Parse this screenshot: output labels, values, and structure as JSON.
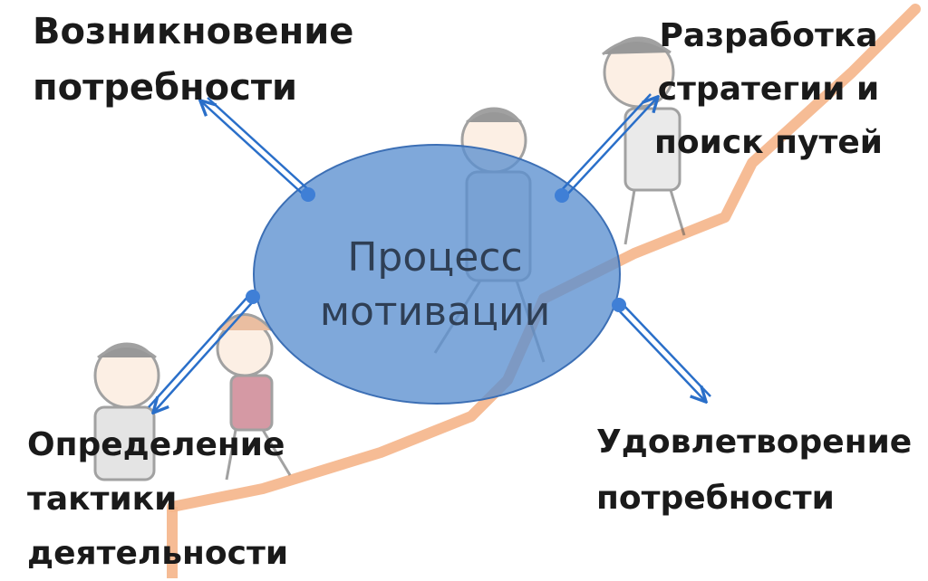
{
  "center": {
    "line1": "Процесс",
    "line2": "мотивации"
  },
  "nodes": {
    "top_left": {
      "line1": "Возникновение",
      "line2": "потребности"
    },
    "top_right": {
      "line1": "Разработка",
      "line2": "стратегии и",
      "line3": "поиск путей"
    },
    "bottom_left": {
      "line1": "Определение",
      "line2": "тактики",
      "line3": "деятельности"
    },
    "bottom_right": {
      "line1": "Удовлетворение",
      "line2": "потребности"
    }
  },
  "colors": {
    "ellipse": "#5b8fd0",
    "arrow": "#2a6fc9",
    "path": "#f5b58a"
  }
}
